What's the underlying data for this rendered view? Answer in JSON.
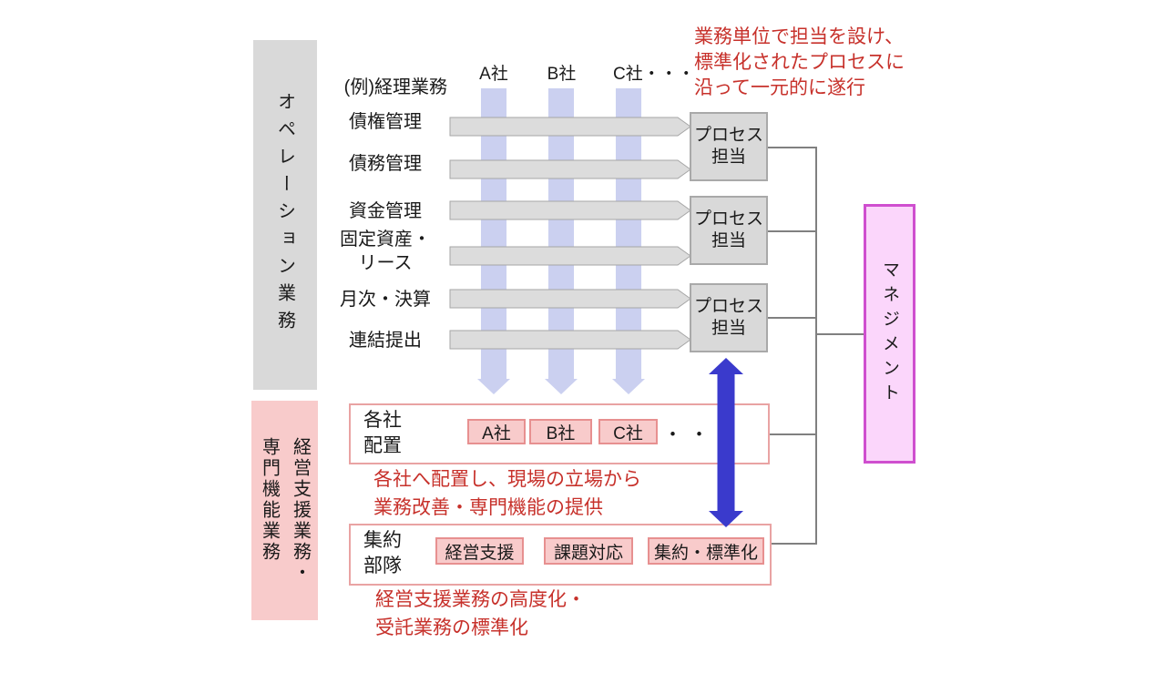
{
  "diagram_title_context": "shared-services-operating-model",
  "sidebars": {
    "operations_label": "オペレーション業務",
    "support_label": "経営支援業務・\n専門機能業務"
  },
  "matrix": {
    "example_label": "(例)経理業務",
    "company_columns": [
      "A社",
      "B社",
      "C社・・・"
    ],
    "row_labels": [
      "債権管理",
      "債務管理",
      "資金管理",
      "固定資産・\nリース",
      "月次・決算",
      "連結提出"
    ],
    "process_boxes": [
      "プロセス\n担当",
      "プロセス\n担当",
      "プロセス\n担当"
    ],
    "management_label": "マネジメント"
  },
  "deployment_box": {
    "title": "各社\n配置",
    "chips": [
      "A社",
      "B社",
      "C社"
    ],
    "ellipsis": "・・・"
  },
  "consolidation_box": {
    "title": "集約\n部隊",
    "chips": [
      "経営支援",
      "課題対応",
      "集約・標準化"
    ]
  },
  "annotations": {
    "top_right": "業務単位で担当を設け、\n標準化されたプロセスに\n沿って一元的に遂行",
    "deployment": "各社へ配置し、現場の立場から\n業務改善・専門機能の提供",
    "consolidation": "経営支援業務の高度化・\n受託業務の標準化"
  },
  "colors": {
    "band_gray": "#D9D9D9",
    "band_pink": "#F8CBCB",
    "flow_bar_periwinkle": "#CBD0F0",
    "process_box_fill": "#D9D9D9",
    "process_box_border": "#A9A9A9",
    "management_fill": "#FBD6FB",
    "management_border": "#CF4FCF",
    "frame_border_pink": "#E9A3A3",
    "chip_fill": "#F8CBCB",
    "chip_border": "#E79090",
    "annotation_red": "#C7312B",
    "connector_gray": "#808080",
    "double_arrow_blue": "#3A3ACC"
  }
}
